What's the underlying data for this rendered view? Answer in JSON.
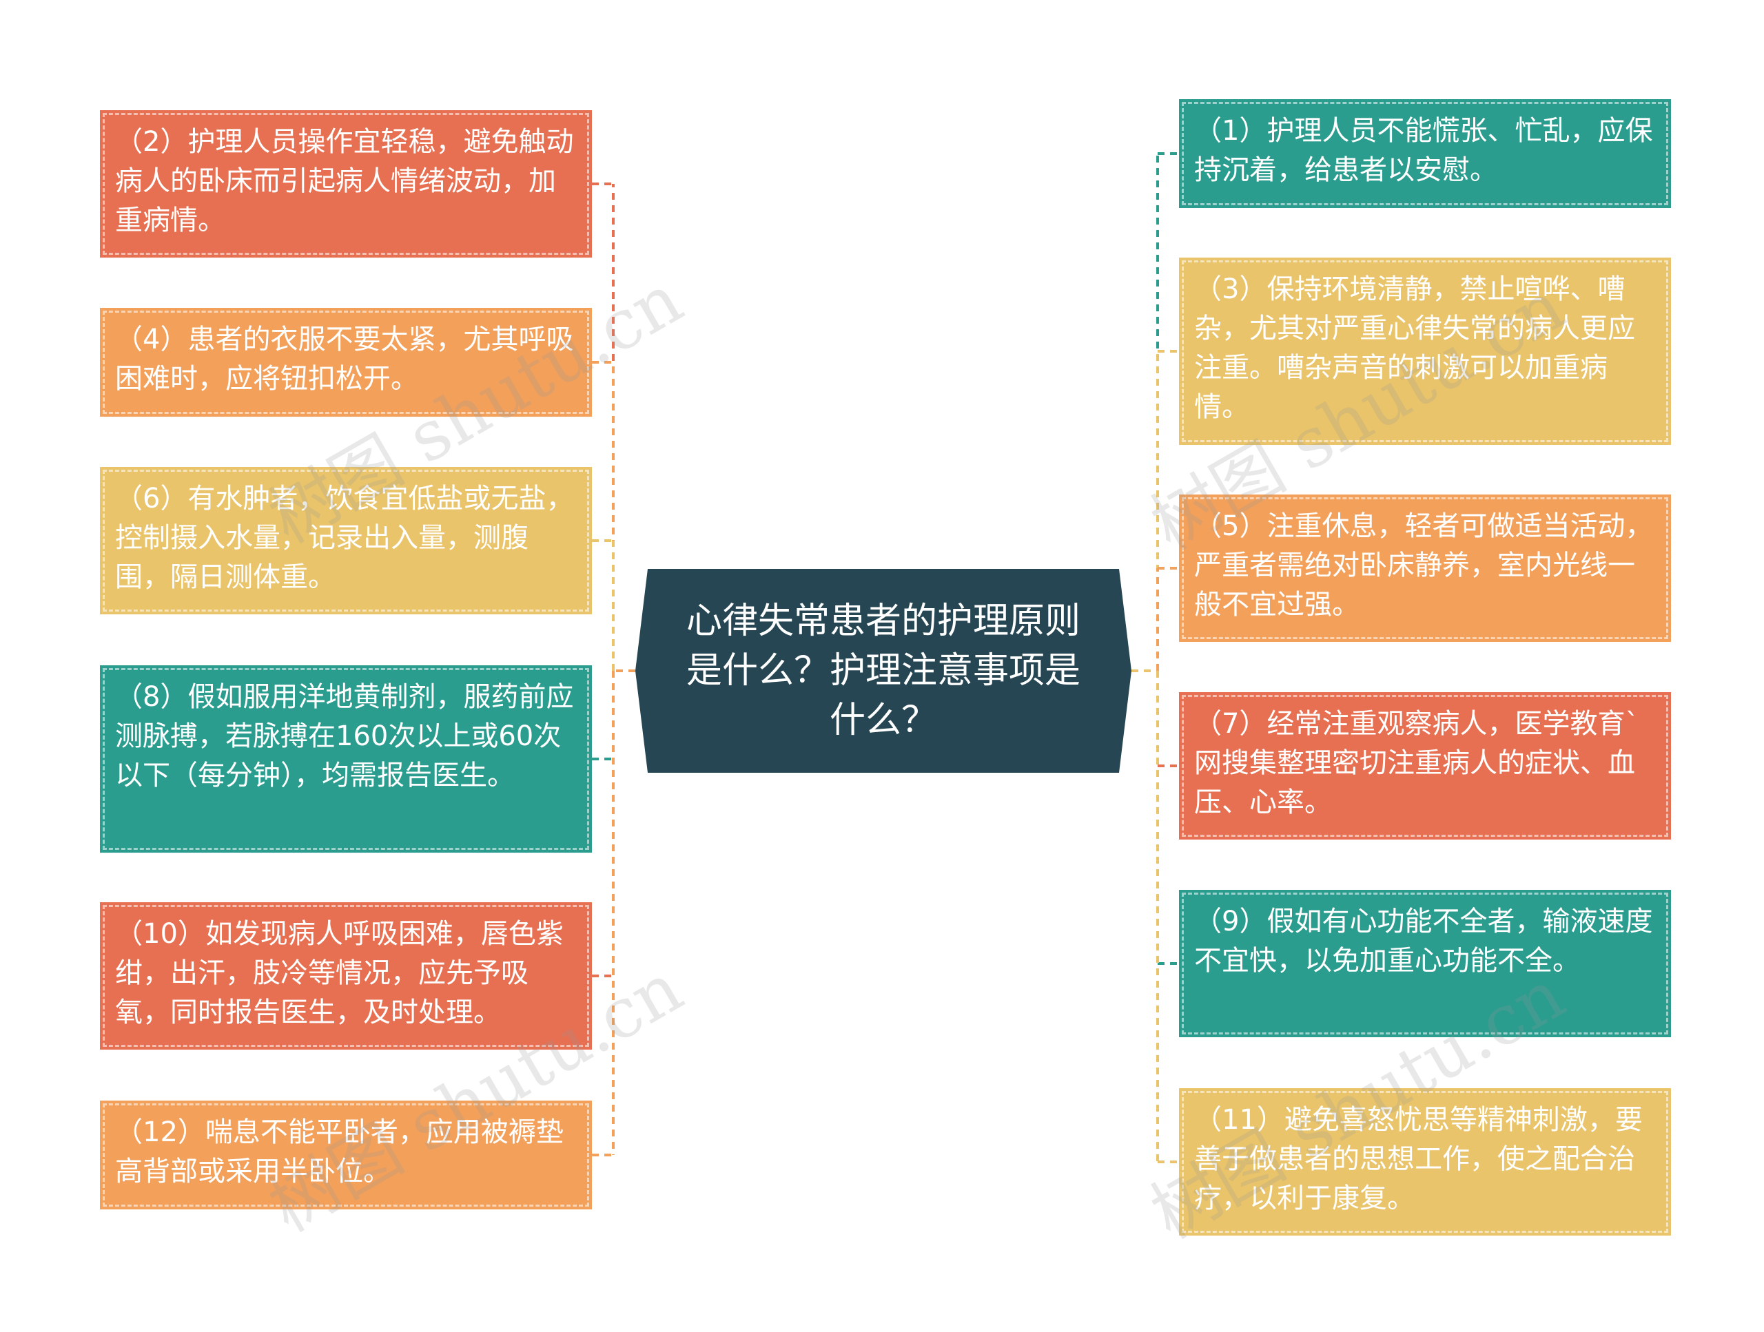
{
  "center": {
    "title": "心律失常患者的护理原则是什么？护理注意事项是什么？"
  },
  "left_nodes": [
    {
      "text": "（2）护理人员操作宜轻稳，避免触动病人的卧床而引起病人情绪波动，加重病情。",
      "color": "#e87052"
    },
    {
      "text": "（4）患者的衣服不要太紧，尤其呼吸困难时，应将钮扣松开。",
      "color": "#f3a05b"
    },
    {
      "text": "（6）有水肿者，饮食宜低盐或无盐，控制摄入水量，记录出入量，测腹围，隔日测体重。",
      "color": "#e9c46a"
    },
    {
      "text": "（8）假如服用洋地黄制剂，服药前应测脉搏，若脉搏在160次以上或60次以下（每分钟），均需报告医生。",
      "color": "#2a9d8f"
    },
    {
      "text": "（10）如发现病人呼吸困难，唇色紫绀，出汗，肢冷等情况，应先予吸氧，同时报告医生，及时处理。",
      "color": "#e87052"
    },
    {
      "text": "（12）喘息不能平卧者，应用被褥垫高背部或采用半卧位。",
      "color": "#f3a05b"
    }
  ],
  "right_nodes": [
    {
      "text": "（1）护理人员不能慌张、忙乱，应保持沉着，给患者以安慰。",
      "color": "#2a9d8f"
    },
    {
      "text": "（3）保持环境清静，禁止喧哗、嘈杂，尤其对严重心律失常的病人更应注重。嘈杂声音的刺激可以加重病情。",
      "color": "#e9c46a"
    },
    {
      "text": "（5）注重休息，轻者可做适当活动，严重者需绝对卧床静养，室内光线一般不宜过强。",
      "color": "#f3a05b"
    },
    {
      "text": "（7）经常注重观察病人，医学教育`网搜集整理密切注重病人的症状、血压、心率。",
      "color": "#e87052"
    },
    {
      "text": "（9）假如有心功能不全者，输液速度不宜快，以免加重心功能不全。",
      "color": "#2a9d8f"
    },
    {
      "text": "（11）避免喜怒忧思等精神刺激，要善于做患者的思想工作，使之配合治疗，以利于康复。",
      "color": "#e9c46a"
    }
  ],
  "watermark": {
    "text": "树图 shutu.cn"
  }
}
